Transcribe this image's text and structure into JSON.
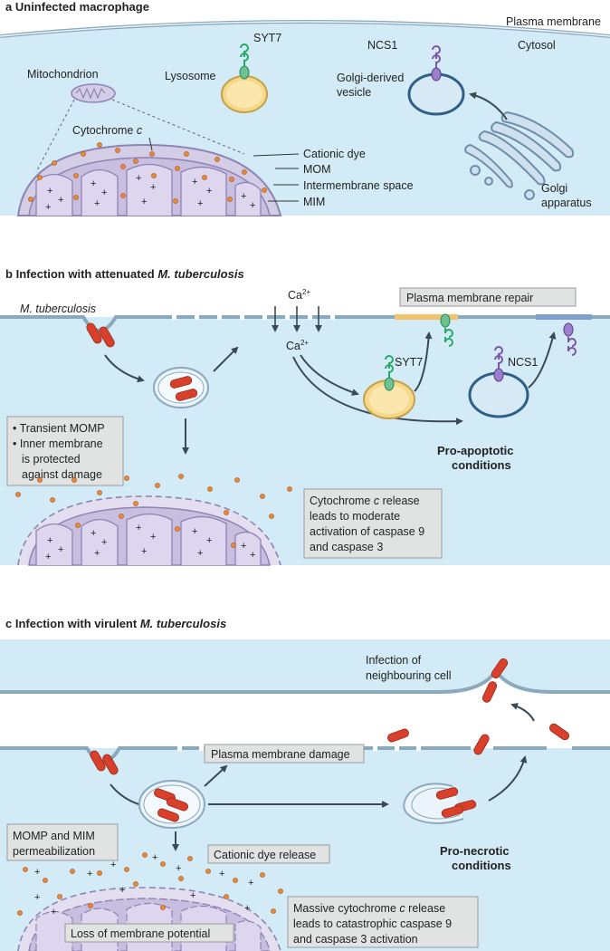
{
  "panel_a": {
    "letter": "a",
    "title": "Uninfected macrophage",
    "plasma_membrane": "Plasma membrane",
    "cytosol": "Cytosol",
    "mitochondrion": "Mitochondrion",
    "lysosome": "Lysosome",
    "syt7": "SYT7",
    "ncs1": "NCS1",
    "golgi_vesicle_1": "Golgi-derived",
    "golgi_vesicle_2": "vesicle",
    "cytochrome": "Cytochrome",
    "cytochrome_c": "c",
    "cationic_dye": "Cationic dye",
    "mom": "MOM",
    "intermembrane_space": "Intermembrane space",
    "mim": "MIM",
    "golgi_1": "Golgi",
    "golgi_2": "apparatus"
  },
  "panel_b": {
    "letter": "b",
    "title_prefix": "Infection with attenuated",
    "title_species": "M. tuberculosis",
    "mtb_label": "M. tuberculosis",
    "ca_top": "Ca",
    "ca_top_sup": "2+",
    "ca_mid": "Ca",
    "ca_mid_sup": "2+",
    "repair": "Plasma membrane repair",
    "syt7": "SYT7",
    "ncs1": "NCS1",
    "momp_1": "• Transient MOMP",
    "momp_2": "• Inner membrane",
    "momp_3": "is protected",
    "momp_4": "against damage",
    "apoptotic_1": "Pro-apoptotic",
    "apoptotic_2": "conditions",
    "cyto_1": "Cytochrome",
    "cyto_c": "c",
    "cyto_1b": "release",
    "cyto_2": "leads to moderate",
    "cyto_3": "activation of caspase 9",
    "cyto_4": "and caspase 3"
  },
  "panel_c": {
    "letter": "c",
    "title_prefix": "Infection with virulent",
    "title_species": "M. tuberculosis",
    "infection_1": "Infection of",
    "infection_2": "neighbouring cell",
    "pm_damage": "Plasma membrane damage",
    "momp_1": "MOMP and MIM",
    "momp_2": "permeabilization",
    "dye_release": "Cationic dye release",
    "necrotic_1": "Pro-necrotic",
    "necrotic_2": "conditions",
    "massive_1a": "Massive cytochrome",
    "massive_c": "c",
    "massive_1b": "release",
    "massive_2": "leads to catastrophic caspase 9",
    "massive_3": "and caspase 3 activation",
    "potential": "Loss of membrane potential"
  },
  "colors": {
    "cytosol": "#d3ebf7",
    "membrane": "#8aa9bc",
    "mito": "#d4cde6",
    "mito_edge": "#8e84b3",
    "bacterium": "#d8402c",
    "dye": "#e7883a",
    "syt7": "#2aa86b",
    "ncs1": "#7b56a8",
    "lysosome": "#f5d88a",
    "vesicle": "#2f5f86",
    "label_box": "#e1e3e3"
  }
}
